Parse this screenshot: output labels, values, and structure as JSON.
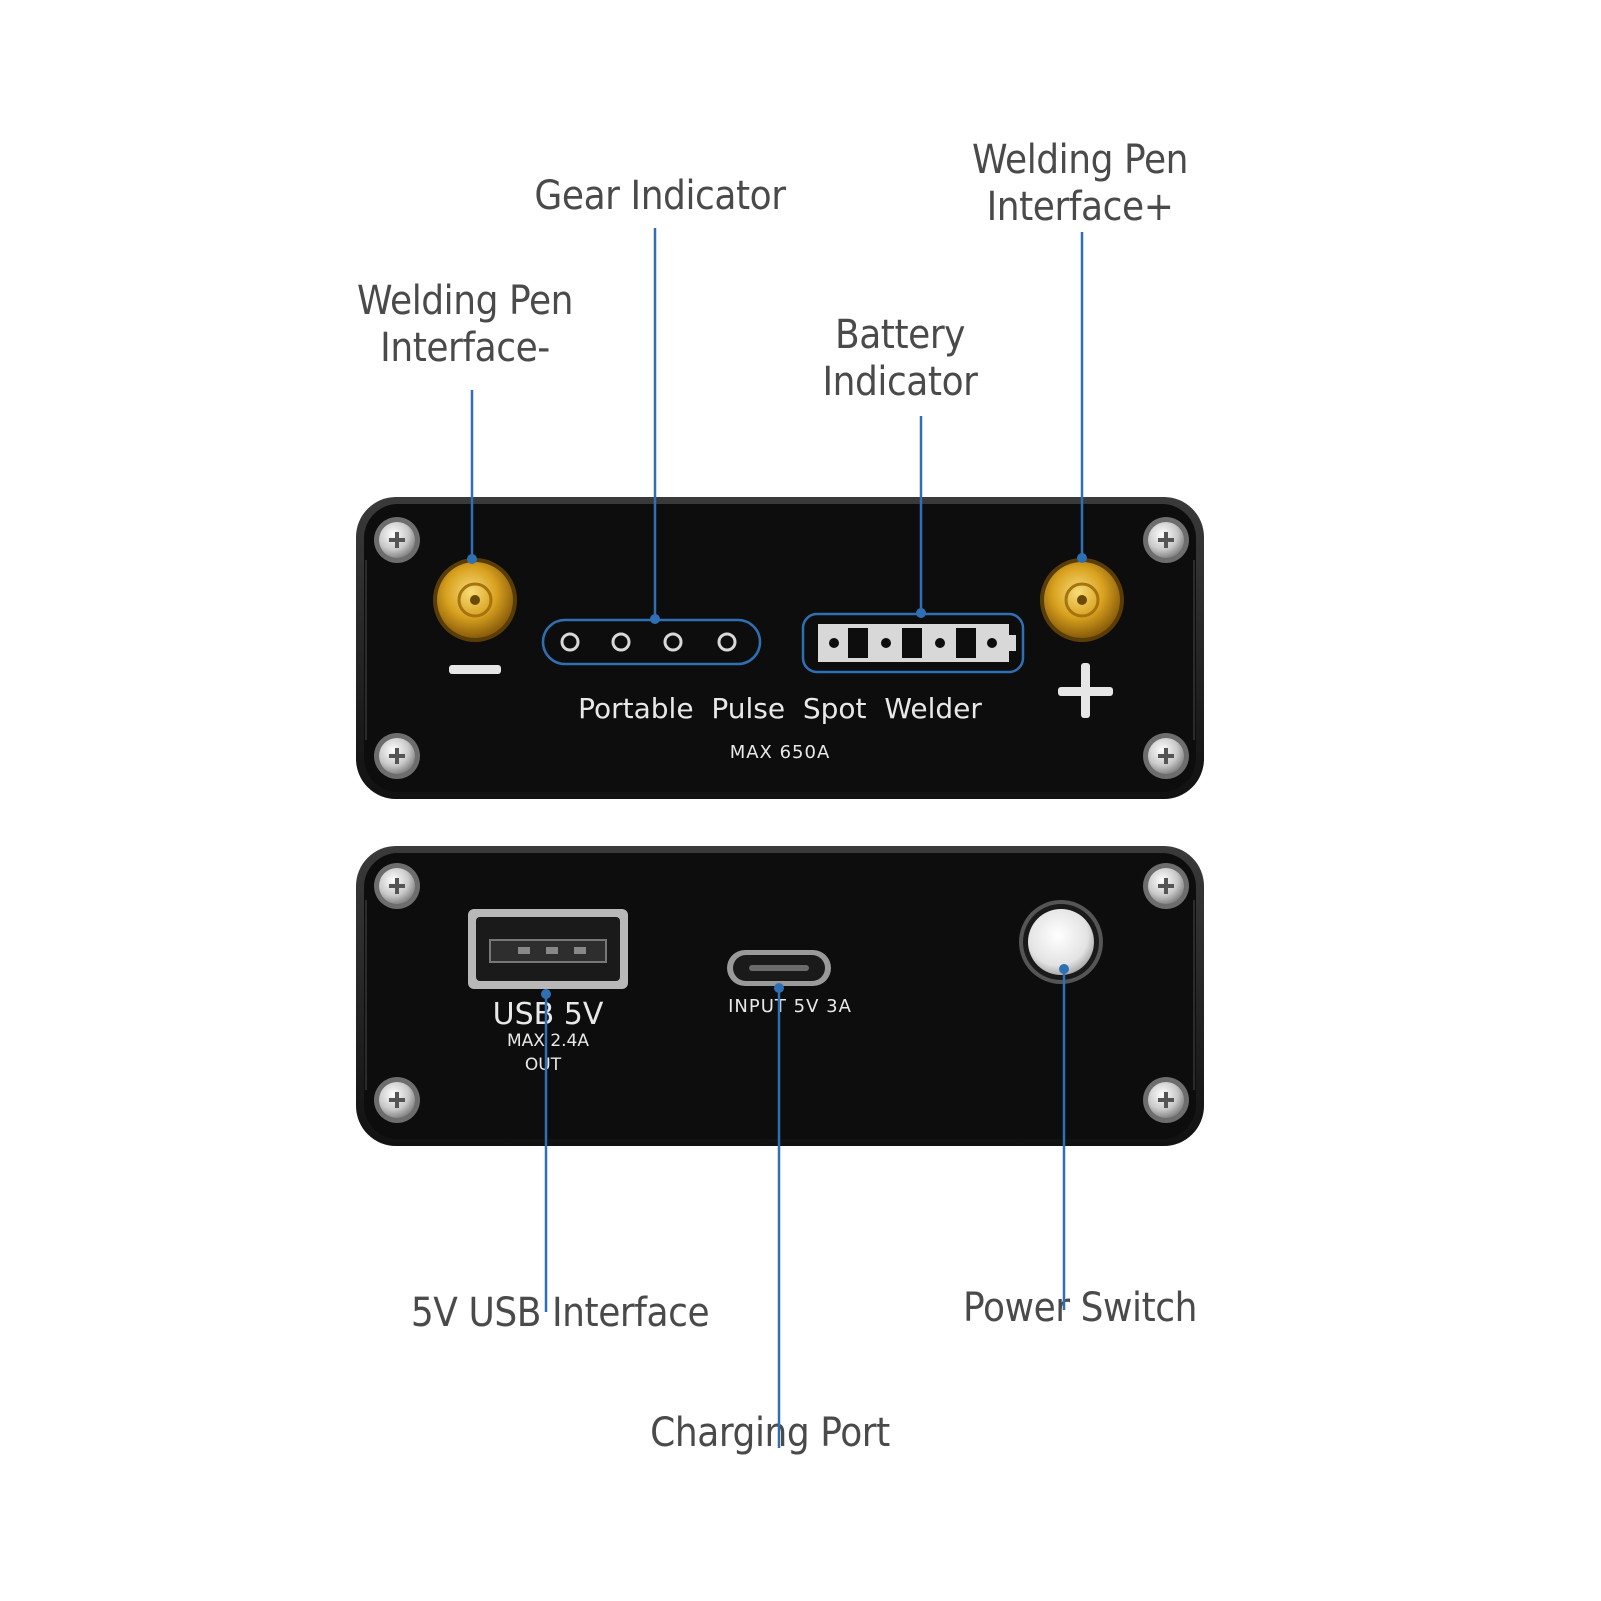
{
  "callouts": {
    "pen_minus": "Welding Pen\nInterface-",
    "gear": "Gear Indicator",
    "battery": "Battery\nIndicator",
    "pen_plus": "Welding Pen\nInterface+",
    "usb": "5V USB Interface",
    "charging": "Charging Port",
    "power": "Power Switch"
  },
  "front_panel": {
    "title": "Portable  Pulse  Spot  Welder",
    "rating": "MAX 650A",
    "minus_symbol": "—",
    "plus_symbol": "+"
  },
  "back_panel": {
    "usb_label": "USB 5V",
    "usb_max": "MAX 2.4A",
    "usb_out": "OUT",
    "input_label": "INPUT 5V 3A"
  },
  "colors": {
    "callout_line": "#2f6fb3",
    "panel": "#0d0d0d",
    "terminal_gold": "#d9a21f"
  },
  "icons": [
    "screw-icon",
    "gold-terminal-icon",
    "led-icon",
    "battery-bar-icon",
    "usb-a-port-icon",
    "usb-c-port-icon",
    "power-button-icon"
  ]
}
